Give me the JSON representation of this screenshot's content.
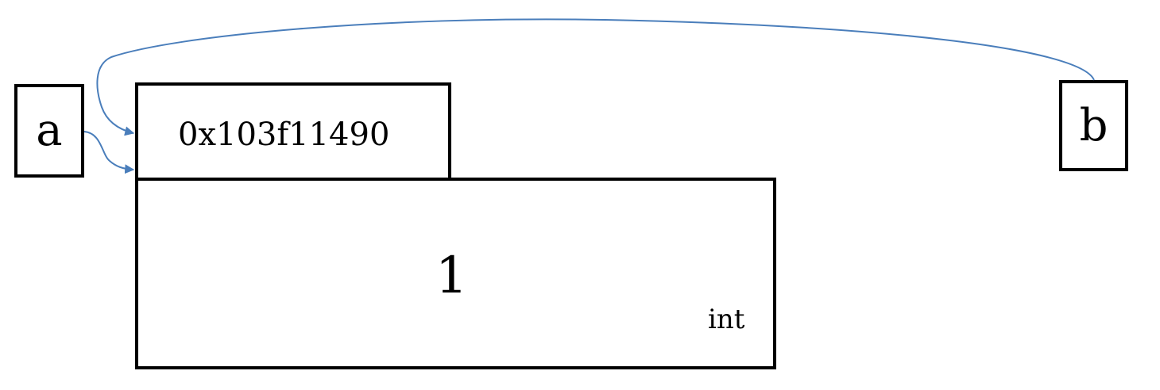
{
  "variables": {
    "a": {
      "label": "a"
    },
    "b": {
      "label": "b"
    }
  },
  "object": {
    "address": "0x103f11490",
    "value": "1",
    "type": "int"
  },
  "colors": {
    "arrow": "#4A7EBB",
    "border": "#000000",
    "text": "#000000"
  }
}
